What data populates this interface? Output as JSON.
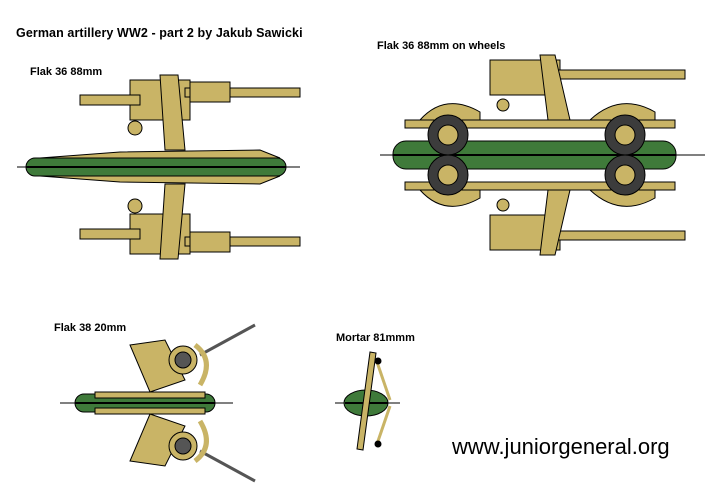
{
  "title": "German artillery WW2 - part 2  by Jakub Sawicki",
  "models": [
    {
      "label": "Flak 36  88mm"
    },
    {
      "label": "Flak 36 88mm  on wheels"
    },
    {
      "label": "Flak 38  20mm"
    },
    {
      "label": "Mortar 81mmm"
    }
  ],
  "credit": "www.juniorgeneral.org",
  "colors": {
    "tan": "#c9b466",
    "green": "#3f7a3a",
    "wheel": "#3c3c3c",
    "outline": "#000000",
    "background": "#ffffff"
  }
}
